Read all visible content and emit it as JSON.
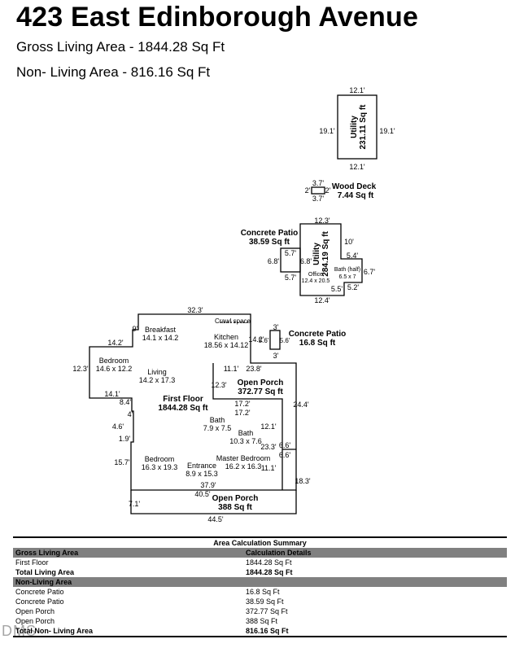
{
  "header": {
    "title": "423 East Edinborough Avenue",
    "gross_line": "Gross Living Area - 1844.28 Sq Ft",
    "non_living_line": "Non- Living Area - 816.16 Sq Ft"
  },
  "floor_plan": {
    "rooms": {
      "utility_top": "Utility",
      "utility_top_area": "231.11 Sq ft",
      "wood_deck": "Wood Deck",
      "wood_deck_area": "7.44 Sq ft",
      "concrete_patio_1": "Concrete Patio",
      "concrete_patio_1_area": "38.59 Sq ft",
      "utility_2": "Utility",
      "utility_2_area": "284.19 Sq ft",
      "office": "Office",
      "office_dims": "12.4 x 20.5",
      "bath_half": "Bath (half)",
      "bath_half_dims": "6.5 x 7",
      "concrete_patio_2": "Concrete Patio",
      "concrete_patio_2_area": "16.8 Sq ft",
      "breakfast": "Breakfast",
      "breakfast_dims": "14.1 x 14.2",
      "crawl_space": "Crawl space",
      "kitchen": "Kitchen",
      "kitchen_dims": "18.56 x 14.12",
      "bedroom_1": "Bedroom",
      "bedroom_1_dims": "14.6 x 12.2",
      "living": "Living",
      "living_dims": "14.2 x 17.3",
      "open_porch_1": "Open Porch",
      "open_porch_1_area": "372.77 Sq ft",
      "first_floor": "First Floor",
      "first_floor_area": "1844.28 Sq ft",
      "bath_1": "Bath",
      "bath_1_dims": "7.9 x 7.5",
      "bath_2": "Bath",
      "bath_2_dims": "10.3 x 7.6",
      "bedroom_2": "Bedroom",
      "bedroom_2_dims": "16.3 x 19.3",
      "entrance": "Entrance",
      "entrance_dims": "8.9 x 15.3",
      "master_bedroom": "Master Bedroom",
      "master_bedroom_dims": "16.2 x 16.3",
      "open_porch_2": "Open Porch",
      "open_porch_2_area": "388 Sq ft"
    },
    "dims": {
      "u_top": "12.1'",
      "u_bottom": "12.1'",
      "u_left": "19.1'",
      "u_right": "19.1'",
      "wd_top": "3.7'",
      "wd_bottom": "3.7'",
      "wd_left": "2'",
      "wd_right": "2'",
      "u2_top": "12.3'",
      "u2_left": "6.8'",
      "u2_right": "10'",
      "u2_step": "5.4'",
      "u2_br": "6.7'",
      "u2_b1": "5.5'",
      "u2_b2": "5.2'",
      "u2_bottom": "12.4'",
      "cp_top": "5.7'",
      "cp_bottom": "5.7'",
      "cp_left": "6.8'",
      "cp2_top": "3'",
      "cp2_bottom": "3'",
      "cp2_left": "5.6'",
      "cp2_right": "5.6'",
      "m_top": "32.3'",
      "m_s1": "9'",
      "m_s2": "14.2'",
      "m_left": "12.3'",
      "m_step": "14.1'",
      "m_s3": "8.4'",
      "m_s4": "4'",
      "m_s5": "4.6'",
      "m_s6": "1.9'",
      "m_left2": "15.7'",
      "m_bot_left": "7.1'",
      "m_bottom": "44.5'",
      "m_right": "18.3'",
      "m_kitchen_r": "14.2'",
      "m_cs": "11.1'",
      "m_op_top": "23.8'",
      "m_op_left": "12.3'",
      "m_op_right": "24.4'",
      "m_op_b": "17.2'",
      "m_op_b2": "17.2'",
      "m_in1": "12.1'",
      "m_in2": "23.3'",
      "m_in3": "11.1'",
      "m_step_r1": "6.6'",
      "m_step_r2": "6.6'",
      "m_in_bot": "37.9'",
      "m_in_bot2": "40.5'"
    }
  },
  "summary": {
    "title": "Area Calculation Summary",
    "gla_header": "Gross Living Area",
    "details_header": "Calculation Details",
    "first_floor_label": "First Floor",
    "first_floor_value": "1844.28 Sq Ft",
    "total_living_label": "Total Living Area",
    "total_living_value": "1844.28 Sq Ft",
    "non_living_header": "Non-Living Area",
    "rows": [
      {
        "label": "Concrete Patio",
        "value": "16.8 Sq Ft"
      },
      {
        "label": "Concrete Patio",
        "value": "38.59 Sq Ft"
      },
      {
        "label": "Open Porch",
        "value": "372.77 Sq Ft"
      },
      {
        "label": "Open Porch",
        "value": "388 Sq Ft"
      }
    ],
    "total_non_living_label": "Total Non- Living Area",
    "total_non_living_value": "816.16 Sq Ft"
  },
  "watermark": "DMS"
}
